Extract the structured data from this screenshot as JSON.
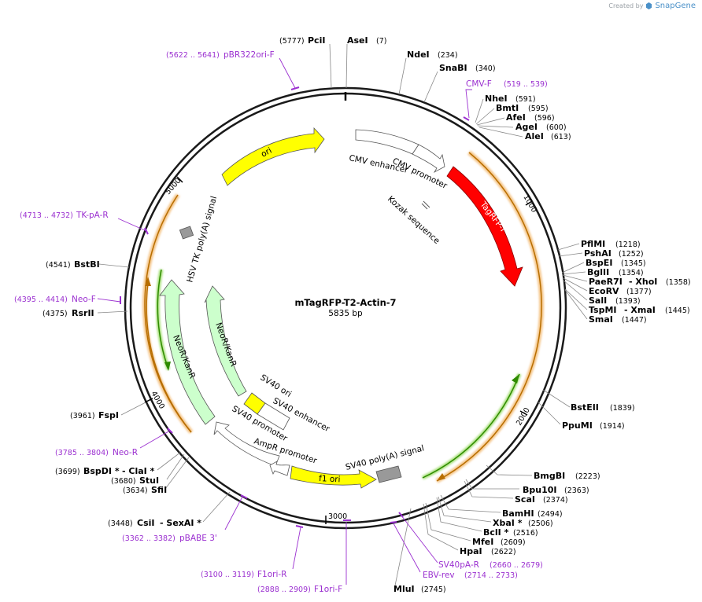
{
  "credit": {
    "prefix": "Created by",
    "brand": "SnapGene"
  },
  "plasmid": {
    "name": "mTagRFP-T2-Actin-7",
    "size_label": "5835 bp"
  },
  "ticks": [
    "1000",
    "2000",
    "3000",
    "4000",
    "5000"
  ],
  "enzymes": [
    {
      "name": "PciI",
      "pos": "(5777)"
    },
    {
      "name": "AseI",
      "pos": "(7)"
    },
    {
      "name": "NdeI",
      "pos": "(234)"
    },
    {
      "name": "SnaBI",
      "pos": "(340)"
    },
    {
      "name": "NheI",
      "pos": "(591)"
    },
    {
      "name": "BmtI",
      "pos": "(595)"
    },
    {
      "name": "AfeI",
      "pos": "(596)"
    },
    {
      "name": "AgeI",
      "pos": "(600)"
    },
    {
      "name": "AleI",
      "pos": "(613)"
    },
    {
      "name": "PflMI",
      "pos": "(1218)"
    },
    {
      "name": "PshAI",
      "pos": "(1252)"
    },
    {
      "name": "BspEI",
      "pos": "(1345)"
    },
    {
      "name": "BglII",
      "pos": "(1354)"
    },
    {
      "name": "PaeR7I",
      "name2": "- XhoI",
      "pos": "(1358)"
    },
    {
      "name": "EcoRV",
      "pos": "(1377)"
    },
    {
      "name": "SalI",
      "pos": "(1393)"
    },
    {
      "name": "TspMI",
      "name2": "- XmaI",
      "pos": "(1445)"
    },
    {
      "name": "SmaI",
      "pos": "(1447)"
    },
    {
      "name": "BstEII",
      "pos": "(1839)"
    },
    {
      "name": "PpuMI",
      "pos": "(1914)"
    },
    {
      "name": "BmgBI",
      "pos": "(2223)"
    },
    {
      "name": "Bpu10I",
      "pos": "(2363)"
    },
    {
      "name": "ScaI",
      "pos": "(2374)"
    },
    {
      "name": "BamHI",
      "pos": "(2494)"
    },
    {
      "name": "XbaI *",
      "pos": "(2506)"
    },
    {
      "name": "BclI *",
      "pos": "(2516)"
    },
    {
      "name": "MfeI",
      "pos": "(2609)"
    },
    {
      "name": "HpaI",
      "pos": "(2622)"
    },
    {
      "name": "MluI",
      "pos": "(2745)"
    },
    {
      "name": "CsiI",
      "name2": "- SexAI *",
      "pos": "(3448)"
    },
    {
      "name": "SfiI",
      "pos": "(3634)"
    },
    {
      "name": "StuI",
      "pos": "(3680)"
    },
    {
      "name": "BspDI *",
      "name2": "- ClaI *",
      "pos": "(3699)"
    },
    {
      "name": "FspI",
      "pos": "(3961)"
    },
    {
      "name": "RsrII",
      "pos": "(4375)"
    },
    {
      "name": "BstBI",
      "pos": "(4541)"
    }
  ],
  "primers": [
    {
      "name": "pBR322ori-F",
      "pos": "(5622 .. 5641)"
    },
    {
      "name": "CMV-F",
      "pos": "(519 .. 539)"
    },
    {
      "name": "SV40pA-R",
      "pos": "(2660 .. 2679)"
    },
    {
      "name": "EBV-rev",
      "pos": "(2714 .. 2733)"
    },
    {
      "name": "F1ori-F",
      "pos": "(2888 .. 2909)"
    },
    {
      "name": "F1ori-R",
      "pos": "(3100 .. 3119)"
    },
    {
      "name": "pBABE 3'",
      "pos": "(3362 .. 3382)"
    },
    {
      "name": "Neo-R",
      "pos": "(3785 .. 3804)"
    },
    {
      "name": "Neo-F",
      "pos": "(4395 .. 4414)"
    },
    {
      "name": "TK-pA-R",
      "pos": "(4713 .. 4732)"
    }
  ],
  "features": {
    "ori": "ori",
    "cmv_enhancer": "CMV enhancer",
    "cmv_promoter": "CMV promoter",
    "tagrfp": "TagRFP-T",
    "kozak": "Kozak sequence",
    "hsv_tk": "HSV TK poly(A) signal",
    "neor_inner": "NeoR/KanR",
    "neor_outer": "NeoR/KanR",
    "sv40_ori": "SV40 ori",
    "sv40_enhancer": "SV40 enhancer",
    "sv40_promoter": "SV40 promoter",
    "ampr_promoter": "AmpR promoter",
    "f1_ori": "f1 ori",
    "sv40_polya": "SV40 poly(A) signal"
  },
  "colors": {
    "ori": "#ffff00",
    "tagrfp": "#ff0000",
    "neor": "#ccffcc",
    "sv40_ori": "#ffff00",
    "f1_ori": "#ffff00",
    "terminator": "#999999",
    "primer": "#9b30d0",
    "orf_glow": "#f5c68a",
    "orf_green": "#2e8b00"
  }
}
